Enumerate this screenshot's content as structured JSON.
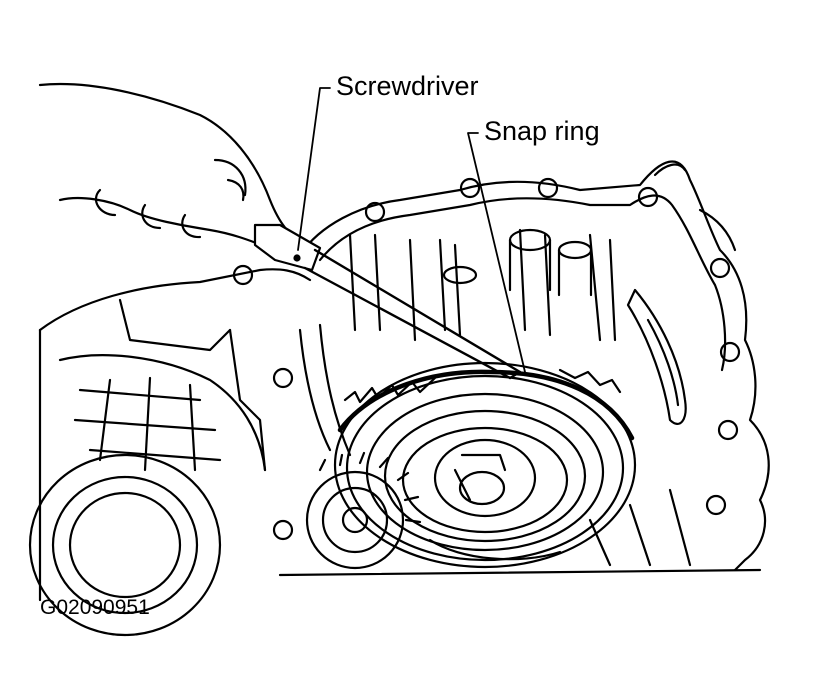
{
  "callouts": {
    "screwdriver": "Screwdriver",
    "snap_ring": "Snap ring"
  },
  "figure_code": "G02090951"
}
